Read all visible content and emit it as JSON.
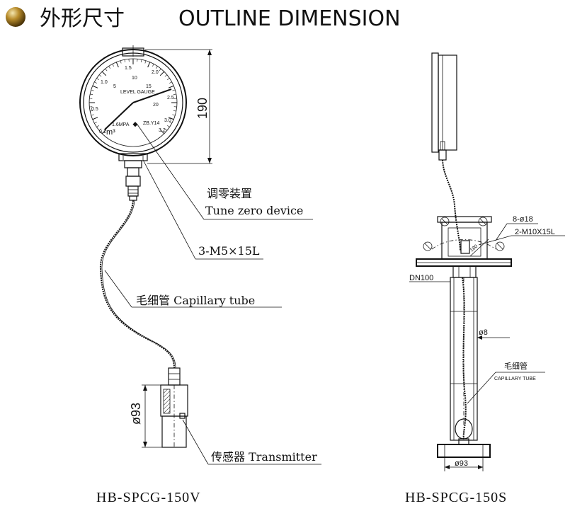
{
  "header": {
    "title_cn": "外形尺寸",
    "title_en": "OUTLINE DIMENSION",
    "bullet_color": "#8a6a1c"
  },
  "left_drawing": {
    "model": "HB-SPCG-150V",
    "height_dim": "190",
    "diameter_dim": "ø93",
    "gauge_face": {
      "title": "LEVEL GAUGE",
      "unit": "m³",
      "code_left": "1.6MPA",
      "code_right": "ZB.Y14",
      "scale_numbers": [
        "0.1",
        "0.5",
        "1.0",
        "1.5",
        "10",
        "2.0",
        "15",
        "2.5",
        "20",
        "3.0",
        "3.2",
        "5"
      ]
    },
    "labels": {
      "tune_cn": "调零装置",
      "tune_en": "Tune zero device",
      "screw": "3-M5×15L",
      "capillary": "毛细管 Capillary tube",
      "transmitter": "传感器 Transmitter"
    }
  },
  "right_drawing": {
    "model": "HB-SPCG-150S",
    "holes": "8-ø18",
    "bolts": "2-M10X15L",
    "flange_dim": "180",
    "dn": "DN100",
    "pipe_dim": "ø8",
    "capillary_cn": "毛细管",
    "capillary_en": "CAPILLARY TUBE",
    "base_dim": "ø93"
  }
}
